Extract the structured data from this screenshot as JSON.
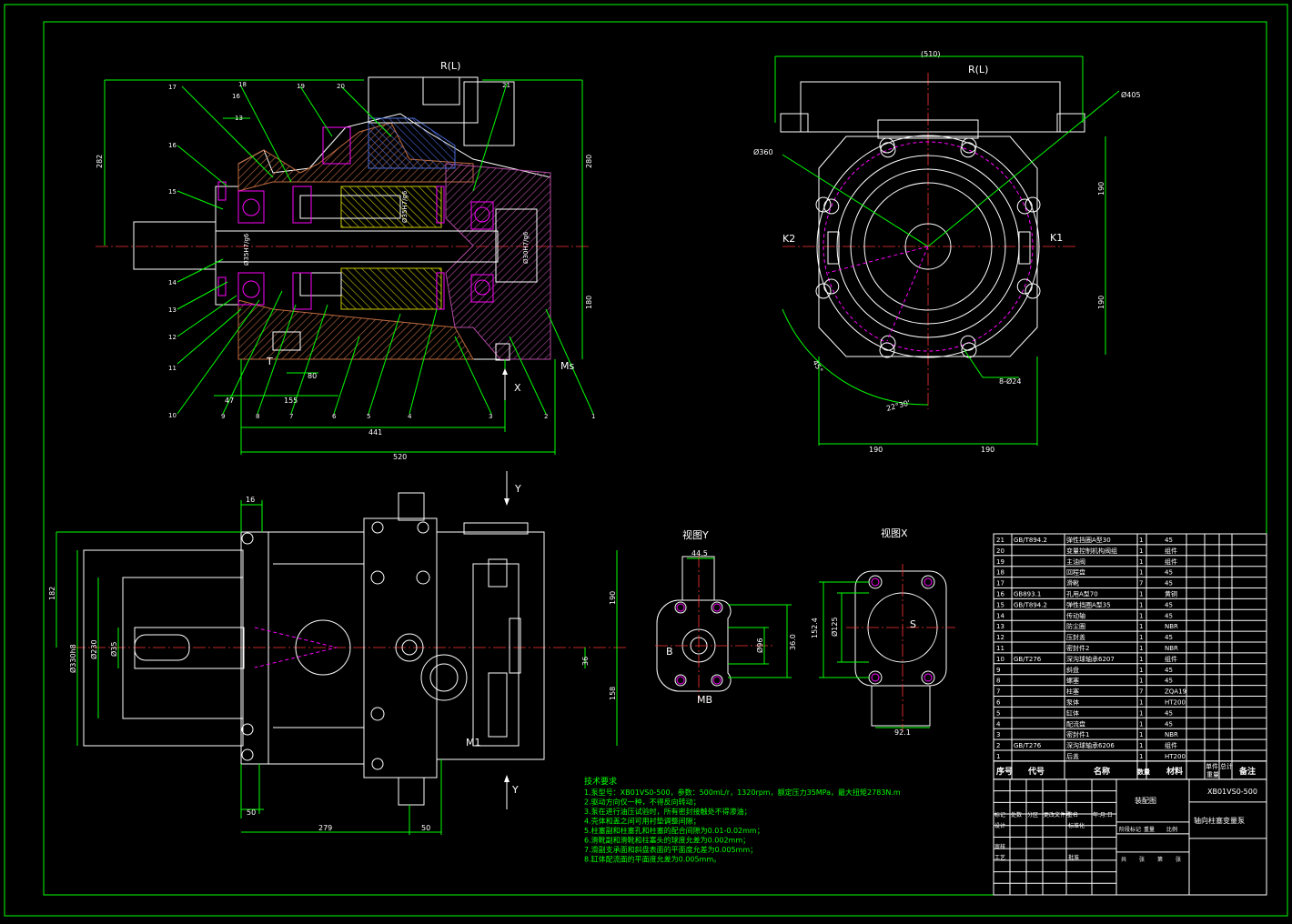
{
  "colors": {
    "background": "#000000",
    "frame": "#00ff00",
    "outline": "#ffffff",
    "center": "#ff3333",
    "hatch_purple": "#b04aa0",
    "hatch_brown": "#c06a40",
    "hatch_yellow": "#c8c800",
    "hatch_blue": "#4a6ad8",
    "hole_magenta": "#ff00ff"
  },
  "section": {
    "port_label": "R(L)",
    "callouts": [
      "17",
      "18",
      "16",
      "19",
      "20",
      "21",
      "16",
      "15",
      "14",
      "13",
      "12",
      "11",
      "10",
      "9",
      "8",
      "7",
      "6",
      "5",
      "4",
      "3",
      "2",
      "1"
    ],
    "left_top_labels": [
      "16",
      "13"
    ],
    "bottom_labels": [
      "T",
      "Ms",
      "X"
    ],
    "bottom_numbers": [
      "10",
      "9",
      "8",
      "7",
      "6",
      "5",
      "4",
      "3",
      "2",
      "1"
    ],
    "side_labels_left": [
      "17",
      "16",
      "15",
      "14",
      "13",
      "12",
      "11",
      "10"
    ],
    "dims": {
      "d282": "282",
      "d280": "280",
      "d180": "180",
      "d47": "47",
      "d155": "155",
      "d80": "80",
      "d441": "441",
      "d520": "520"
    },
    "fits": [
      "Ø35H7/g6",
      "Ø35H7/g6",
      "Ø30H7/g6"
    ]
  },
  "end_view": {
    "port_label": "R(L)",
    "k_left": "K2",
    "k_right": "K1",
    "dims": {
      "d510": "(510)",
      "dia405": "Ø405",
      "dia360": "Ø360",
      "d190a": "190",
      "d190b": "190",
      "d190c": "190",
      "d190d": "190",
      "holes": "8-Ø24",
      "angle": "22°30'",
      "d45": "45°"
    }
  },
  "side_view": {
    "labels": {
      "y_top": "Y",
      "y_bottom": "Y",
      "m1": "M1"
    },
    "dims": {
      "d16": "16",
      "d182": "182",
      "d330": "Ø330h8",
      "d230": "Ø230",
      "d35": "Ø35",
      "d190": "190",
      "d36": "36",
      "d158": "158",
      "d50a": "50",
      "d279": "279",
      "d50b": "50"
    }
  },
  "view_y": {
    "title": "视图Y",
    "mb": "MB",
    "b": "B",
    "d445": "44.5",
    "d96": "Ø96",
    "d36": "36.0"
  },
  "view_x": {
    "title": "视图X",
    "s": "S",
    "d1524": "152.4",
    "d125": "Ø125",
    "d921": "92.1"
  },
  "notes": {
    "title": "技术要求",
    "lines": [
      "1.泵型号：XB01VS0-500，参数：500mL/r，1320rpm，额定压力35MPa，最大扭矩2783N.m",
      "2.驱动方向仅一种，不得反向转动；",
      "3.泵在进行油压试验时，所有密封接触处不得渗油；",
      "4.壳体和盖之间可用衬垫调整间隙；",
      "5.柱塞副和柱塞孔和柱塞的配合间隙为0.01-0.02mm；",
      "6.滑靴副和滑靴和柱塞头的球度允差为0.002mm；",
      "7.滑副支承面和斜盘表面的平面度允差为0.005mm；",
      "8.缸体配流面的平面度允差为0.005mm。"
    ]
  },
  "parts_table": {
    "rows": [
      {
        "no": "21",
        "code": "GB/T894.2",
        "name": "弹性挡圈A型30",
        "qty": "1",
        "mat": "45",
        "note": ""
      },
      {
        "no": "20",
        "code": "",
        "name": "变量控制机构阀组",
        "qty": "1",
        "mat": "组件",
        "note": ""
      },
      {
        "no": "19",
        "code": "",
        "name": "主油阀",
        "qty": "1",
        "mat": "组件",
        "note": ""
      },
      {
        "no": "18",
        "code": "",
        "name": "回程盘",
        "qty": "1",
        "mat": "45",
        "note": ""
      },
      {
        "no": "17",
        "code": "",
        "name": "滑靴",
        "qty": "7",
        "mat": "45",
        "note": ""
      },
      {
        "no": "16",
        "code": "GB893.1",
        "name": "孔用A型70",
        "qty": "1",
        "mat": "黄铜",
        "note": ""
      },
      {
        "no": "15",
        "code": "GB/T894.2",
        "name": "弹性挡圈A型35",
        "qty": "1",
        "mat": "45",
        "note": ""
      },
      {
        "no": "14",
        "code": "",
        "name": "传动轴",
        "qty": "1",
        "mat": "45",
        "note": ""
      },
      {
        "no": "13",
        "code": "",
        "name": "防尘圈",
        "qty": "1",
        "mat": "NBR",
        "note": ""
      },
      {
        "no": "12",
        "code": "",
        "name": "压封盖",
        "qty": "1",
        "mat": "45",
        "note": ""
      },
      {
        "no": "11",
        "code": "",
        "name": "密封件2",
        "qty": "1",
        "mat": "NBR",
        "note": ""
      },
      {
        "no": "10",
        "code": "GB/T276",
        "name": "深沟球轴承6207",
        "qty": "1",
        "mat": "组件",
        "note": ""
      },
      {
        "no": "9",
        "code": "",
        "name": "斜盘",
        "qty": "1",
        "mat": "45",
        "note": ""
      },
      {
        "no": "8",
        "code": "",
        "name": "螺塞",
        "qty": "1",
        "mat": "45",
        "note": ""
      },
      {
        "no": "7",
        "code": "",
        "name": "柱塞",
        "qty": "7",
        "mat": "ZQA19",
        "note": ""
      },
      {
        "no": "6",
        "code": "",
        "name": "泵体",
        "qty": "1",
        "mat": "HT200",
        "note": ""
      },
      {
        "no": "5",
        "code": "",
        "name": "缸体",
        "qty": "1",
        "mat": "45",
        "note": ""
      },
      {
        "no": "4",
        "code": "",
        "name": "配流盘",
        "qty": "1",
        "mat": "45",
        "note": ""
      },
      {
        "no": "3",
        "code": "",
        "name": "密封件1",
        "qty": "1",
        "mat": "NBR",
        "note": ""
      },
      {
        "no": "2",
        "code": "GB/T276",
        "name": "深沟球轴承6206",
        "qty": "1",
        "mat": "组件",
        "note": ""
      },
      {
        "no": "1",
        "code": "",
        "name": "后盖",
        "qty": "1",
        "mat": "HT200",
        "note": ""
      }
    ],
    "header": {
      "no": "序号",
      "code": "代号",
      "name": "名称",
      "qty": "数量",
      "mat": "材料",
      "unit": "单件",
      "total": "总计",
      "weight": "重量",
      "note": "备注"
    },
    "title_block": {
      "drawing": "装配图",
      "code": "XB01VS0-500",
      "product": "轴向柱塞变量泵",
      "row_labels": [
        "标记",
        "处数",
        "分区",
        "更改文件号",
        "签名",
        "年.月.日"
      ],
      "row_labels2": [
        "设计",
        "标准化"
      ],
      "row_labels3": [
        "阶段标记",
        "重量",
        "比例"
      ],
      "row_labels4": [
        "审核",
        "工艺",
        "批准"
      ],
      "sheet": [
        "共",
        "张",
        "第",
        "张"
      ]
    }
  }
}
